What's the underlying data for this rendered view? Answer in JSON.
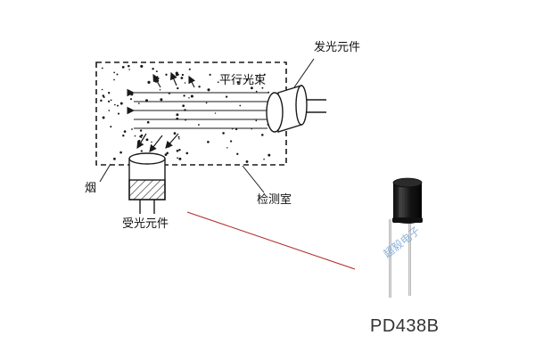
{
  "diagram": {
    "labels": {
      "emitter": "发光元件",
      "parallel_beam": "平行光束",
      "smoke": "烟",
      "chamber": "检测室",
      "receiver": "受光元件"
    },
    "part_number": "PD438B",
    "watermark": "超毅电子"
  },
  "colors": {
    "stroke": "#1a1a1a",
    "connector": "#b02a2a",
    "component_body": "#1c1c1c",
    "lead": "#c8c8c8",
    "watermark": "#6b9bd1"
  }
}
